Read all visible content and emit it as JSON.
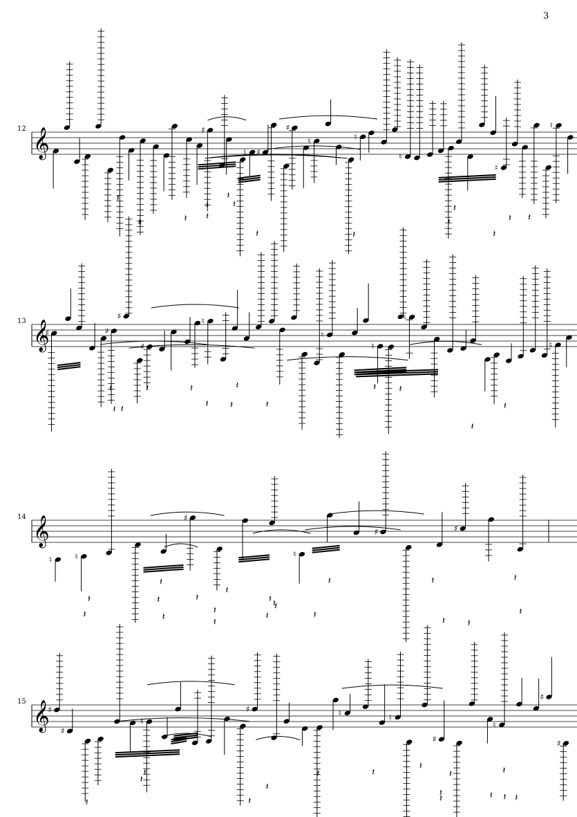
{
  "page": {
    "number": "3"
  },
  "colors": {
    "ink": "#000000",
    "paper": "#ffffff"
  },
  "systems": [
    {
      "measure": "12",
      "clef": "treble-clef-icon",
      "notes": 48
    },
    {
      "measure": "13",
      "clef": "treble-clef-icon",
      "notes": 44
    },
    {
      "measure": "14",
      "clef": "treble-clef-icon",
      "notes": 18
    },
    {
      "measure": "15",
      "clef": "treble-clef-icon",
      "notes": 34
    }
  ]
}
